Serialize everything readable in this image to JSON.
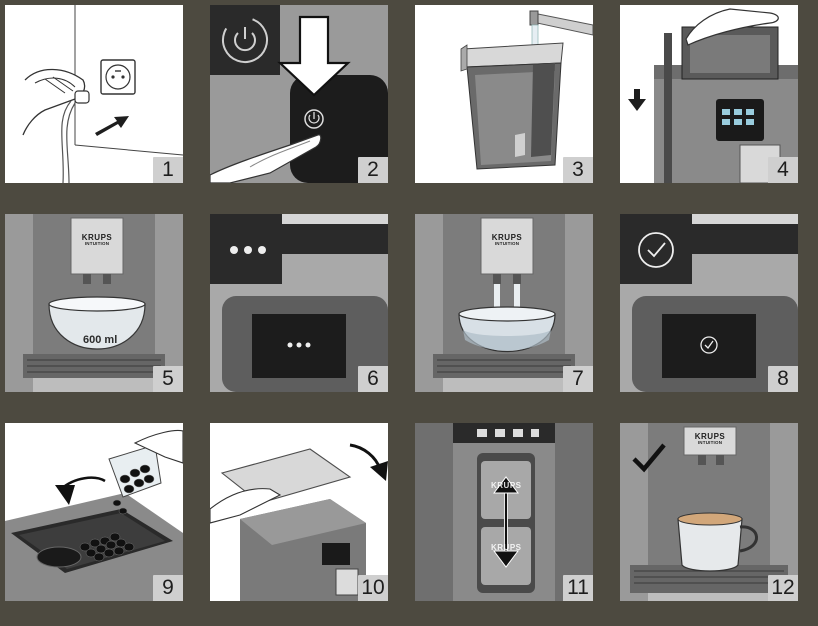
{
  "steps": [
    {
      "number": "1",
      "icon": "plug-in-socket-icon"
    },
    {
      "number": "2",
      "icon": "power-button-icon"
    },
    {
      "number": "3",
      "icon": "fill-water-tank-icon"
    },
    {
      "number": "4",
      "icon": "insert-water-tank-icon"
    },
    {
      "number": "5",
      "icon": "bowl-under-spout-icon",
      "bowl_label": "600 ml",
      "brand": "KRUPS",
      "brand_sub": "INTUITION"
    },
    {
      "number": "6",
      "icon": "screen-loading-dots-icon"
    },
    {
      "number": "7",
      "icon": "water-flowing-into-bowl-icon",
      "brand": "KRUPS",
      "brand_sub": "INTUITION"
    },
    {
      "number": "8",
      "icon": "screen-checkmark-icon"
    },
    {
      "number": "9",
      "icon": "pour-beans-icon"
    },
    {
      "number": "10",
      "icon": "close-bean-lid-icon"
    },
    {
      "number": "11",
      "icon": "adjust-spout-height-icon",
      "brand": "KRUPS"
    },
    {
      "number": "12",
      "icon": "cup-ready-check-icon",
      "brand": "KRUPS",
      "brand_sub": "INTUITION"
    }
  ],
  "colors": {
    "background": "#4d4a40",
    "panel": "#ffffff",
    "number_box": "#cfcfcf",
    "dark_screen": "#1a1a1a",
    "machine_grey": "#8a8a8a"
  }
}
